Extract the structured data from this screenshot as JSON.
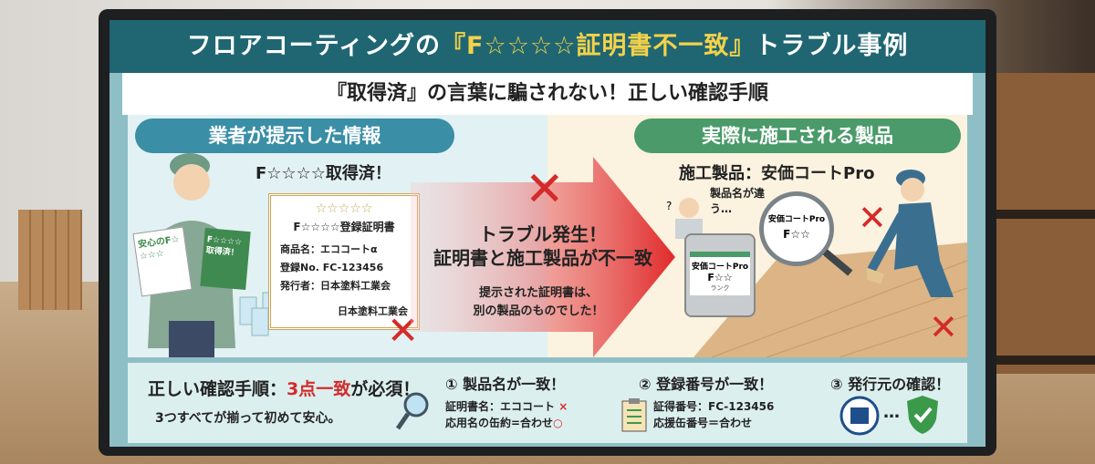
{
  "title": {
    "prefix": "フロアコーティングの",
    "highlight": "『F☆☆☆☆証明書不一致』",
    "suffix": "トラブル事例"
  },
  "subtitle": "『取得済』の言葉に騙されない！正しい確認手順",
  "left": {
    "header": "業者が提示した情報",
    "claim": "F☆☆☆☆取得済！",
    "flyer1": "安心のF☆☆☆☆",
    "flyer2": "F☆☆☆☆取得済！",
    "certificate": {
      "stars": "☆☆☆☆☆",
      "title": "F☆☆☆☆登録証明書",
      "product": "商品名：エココートα",
      "reg_no": "登録No. FC-123456",
      "issuer": "発行者：日本塗料工業会",
      "seal": "日本塗料工業会"
    }
  },
  "center": {
    "headline1": "トラブル発生！",
    "headline2": "証明書と施工製品が不一致",
    "detail1": "提示された証明書は、",
    "detail2": "別の製品のものでした！"
  },
  "right": {
    "header": "実際に施工される製品",
    "product": "施工製品：安価コートPro",
    "bubble": "製品名が違う…",
    "can_label": "安価コートPro",
    "can_rank": "F☆☆",
    "rank_word": "ランク",
    "lens_label": "安価コートPro",
    "lens_rank": "F☆☆"
  },
  "bottom": {
    "heading_prefix": "正しい確認手順：",
    "heading_highlight": "3点一致",
    "heading_suffix": "が必須！",
    "note": "3つすべてが揃って初めて安心。",
    "step1": {
      "title": "① 製品名が一致！",
      "line1": "証明書名：エココート",
      "mark1": "×",
      "line2": "応用名の缶約=合わせ",
      "mark2": "○"
    },
    "step2": {
      "title": "② 登録番号が一致！",
      "line1": "証得番号：FC-123456",
      "line2": "応援缶番号＝合わせ"
    },
    "step3": {
      "title": "③ 発行元の確認！",
      "ellipsis": "…"
    }
  },
  "colors": {
    "title_bar": "#1f6672",
    "highlight": "#f4d24a",
    "left_header": "#3a8ea6",
    "right_header": "#4a9a6a",
    "alert": "#d42a2a"
  }
}
